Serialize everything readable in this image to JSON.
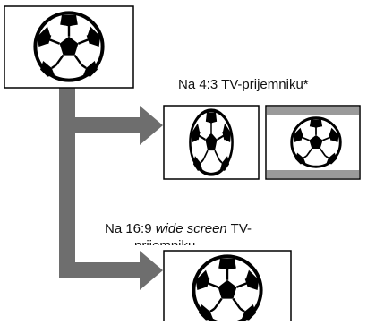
{
  "labels": {
    "tv_43": "Na 4:3 TV-prijemniku*",
    "tv_169_prefix": "Na 16:9 ",
    "tv_169_italic": "wide screen",
    "tv_169_suffix": " TV-",
    "tv_169_cut": "prijemniku"
  },
  "colors": {
    "arrow": "#6e6e6e",
    "frame": "#000000",
    "letterbox_bar": "#9a9a9a"
  },
  "icons": {
    "ball": "soccer-ball-icon"
  }
}
